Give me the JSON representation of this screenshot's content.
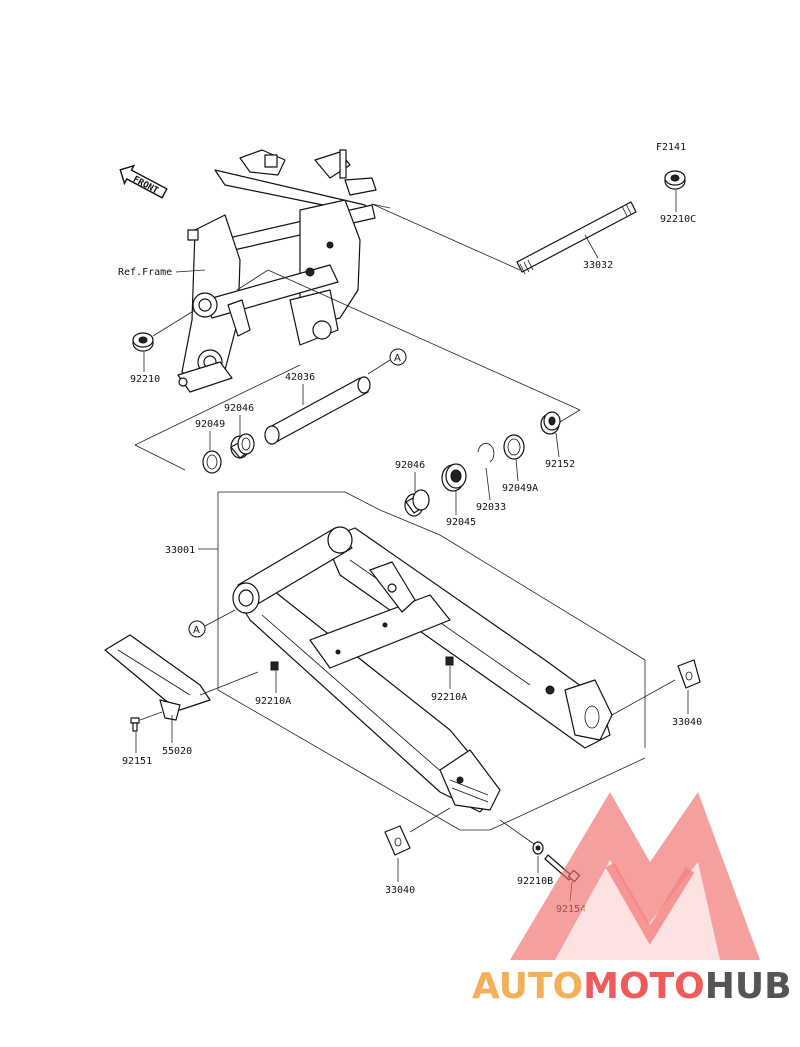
{
  "diagram_id": "F2141",
  "ref_frame": "Ref.Frame",
  "front_arrow": "FRONT",
  "callout": "A",
  "parts": {
    "p92210C": "92210C",
    "p33032": "33032",
    "p92210": "92210",
    "p42036": "42036",
    "p92046_left": "92046",
    "p92049": "92049",
    "p92152": "92152",
    "p92046_center": "92046",
    "p92045": "92045",
    "p92033": "92033",
    "p92049A": "92049A",
    "p33001": "33001",
    "p92210A_left": "92210A",
    "p92210A_right": "92210A",
    "p33040_right": "33040",
    "p92151": "92151",
    "p55020": "55020",
    "p33040_bottom": "33040",
    "p92210B": "92210B",
    "p92154": "92154"
  },
  "watermark": {
    "part1": "AUTO",
    "part2": "MOTO",
    "part3": "HUB",
    "colors": {
      "auto": "#f2b05a",
      "moto": "#ef5b5b",
      "hub": "#555555",
      "logo": "#f26a6a"
    }
  }
}
